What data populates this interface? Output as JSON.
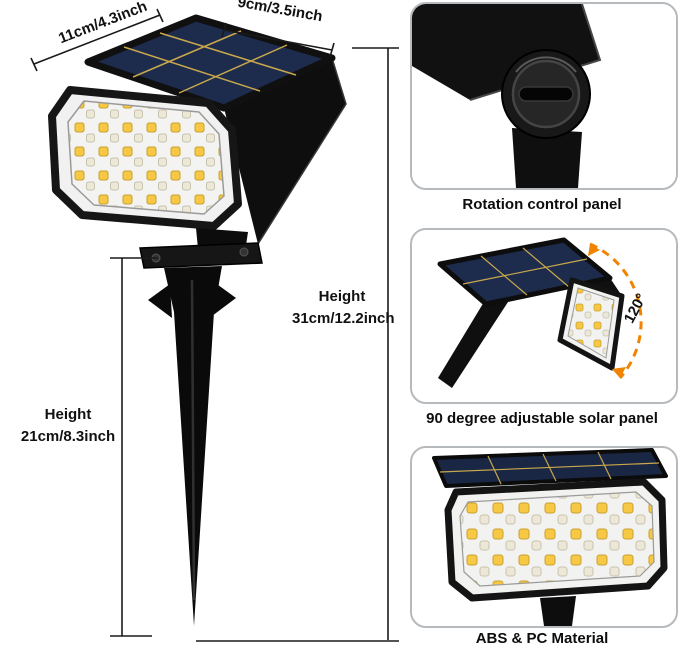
{
  "dimensions": {
    "top_left_width": "11cm/4.3inch",
    "top_right_depth": "9cm/3.5inch",
    "overall_height": {
      "label": "Height",
      "value": "31cm/12.2inch"
    },
    "spike_height": {
      "label": "Height",
      "value": "21cm/8.3inch"
    }
  },
  "callouts": [
    {
      "caption": "Rotation control panel"
    },
    {
      "caption": "90 degree adjustable solar panel",
      "angle_label": "120°"
    },
    {
      "caption": "ABS & PC Material"
    }
  ],
  "colors": {
    "accent_orange": "#f08300",
    "solar_panel_navy": "#1d2b4d",
    "solar_grid_gold": "#c9a84c",
    "led_yellow": "#f6c844",
    "panel_border_gray": "#b7babd"
  }
}
